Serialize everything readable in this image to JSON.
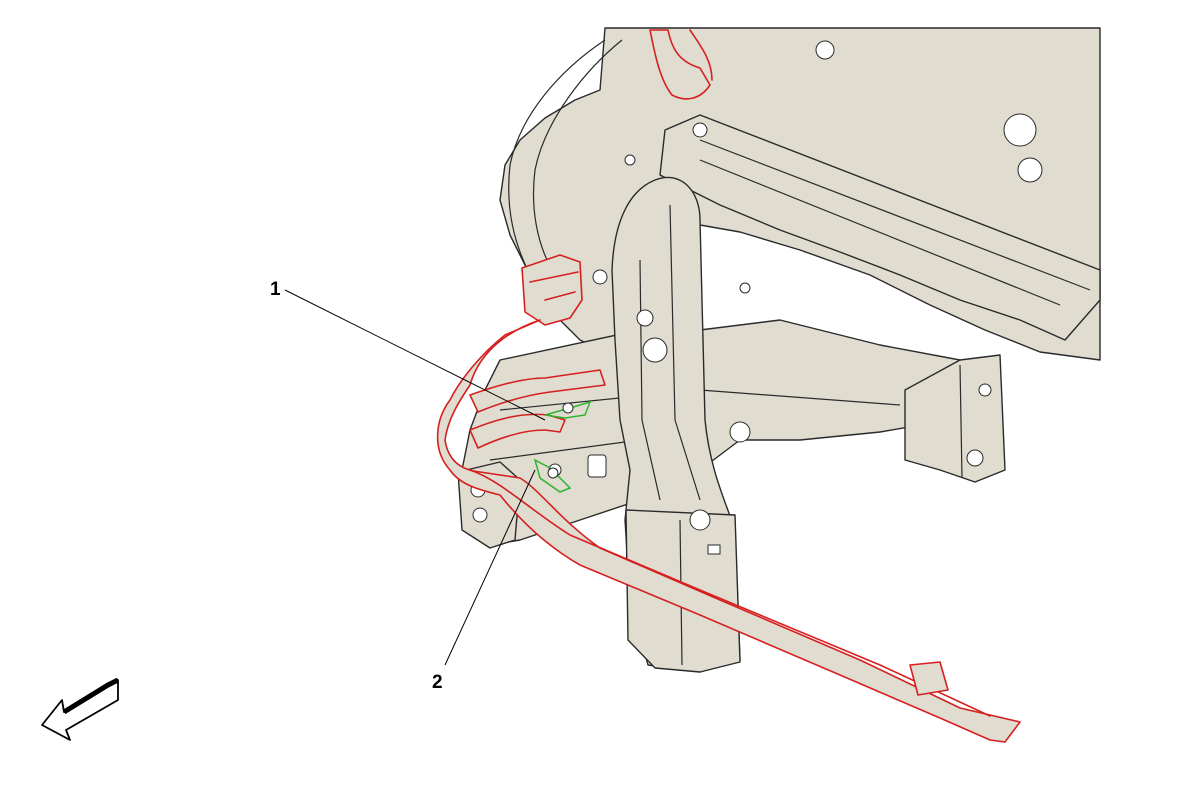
{
  "diagram": {
    "callouts": [
      {
        "id": "1",
        "label": "1"
      },
      {
        "id": "2",
        "label": "2"
      }
    ],
    "colors": {
      "body": "#e0dcd0",
      "harness_fill": "#e0dcd0",
      "harness_stroke": "#d62020",
      "ground_terminal": "#2db52d",
      "outline": "#2a2a2a",
      "background": "#ffffff"
    },
    "icons": {
      "direction_arrow": "front-direction-arrow-icon"
    }
  }
}
